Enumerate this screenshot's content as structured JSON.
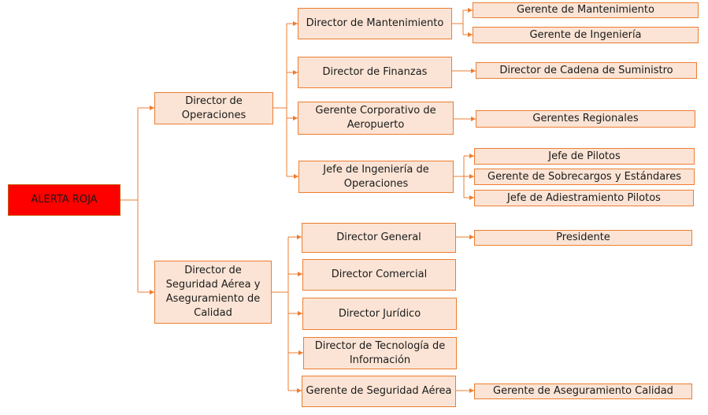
{
  "colors": {
    "line": "#ed7d31",
    "box_fill": "#fbe4d5",
    "box_border": "#ed7d31",
    "root_fill": "#ff0000"
  },
  "nodes": {
    "root": "ALERTA ROJA",
    "dir_operaciones": "Director de Operaciones",
    "dir_seguridad": "Director de Seguridad Aérea y Aseguramiento de Calidad",
    "dir_mantenimiento": "Director de Mantenimiento",
    "dir_finanzas": "Director de Finanzas",
    "gte_corp_aeropuerto": "Gerente Corporativo de Aeropuerto",
    "jefe_ing_operaciones": "Jefe de Ingeniería de Operaciones",
    "gte_mantenimiento": "Gerente de Mantenimiento",
    "gte_ingenieria": "Gerente de Ingeniería",
    "dir_cadena": "Director de Cadena de Suministro",
    "gtes_regionales": "Gerentes Regionales",
    "jefe_pilotos": "Jefe de Pilotos",
    "gte_sobrecargos": "Gerente de Sobrecargos y Estándares",
    "jefe_adiestramiento": "Jefe de Adiestramiento Pilotos",
    "dir_general": "Director General",
    "dir_comercial": "Director Comercial",
    "dir_juridico": "Director Jurídico",
    "dir_tecnologia": "Director de Tecnología de Información",
    "gte_seguridad": "Gerente de Seguridad Aérea",
    "presidente": "Presidente",
    "gte_aseguramiento": "Gerente de Aseguramiento Calidad"
  }
}
